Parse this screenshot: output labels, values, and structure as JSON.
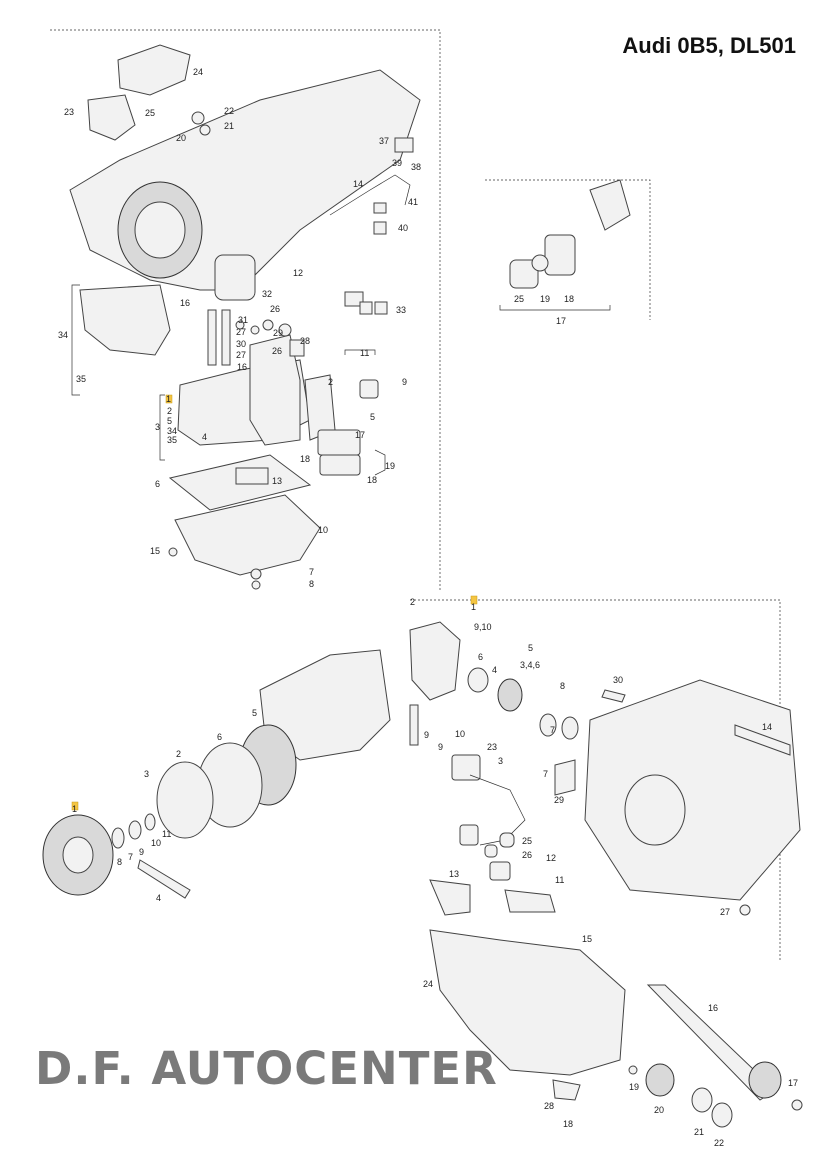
{
  "page": {
    "title": "Audi 0B5, DL501",
    "watermark": "D.F. AUTOCENTER"
  },
  "panels": {
    "top_left": {
      "callouts": [
        "23",
        "24",
        "25",
        "22",
        "21",
        "20",
        "37",
        "39",
        "38",
        "14",
        "41",
        "40",
        "12",
        "32",
        "16",
        "31",
        "26",
        "29",
        "28",
        "27",
        "30",
        "27",
        "26",
        "16",
        "33",
        "34",
        "35",
        "1",
        "2",
        "5",
        "34",
        "35",
        "3",
        "4",
        "11",
        "9",
        "2",
        "5",
        "17",
        "19",
        "18",
        "18",
        "13",
        "6",
        "10",
        "15",
        "7",
        "8"
      ]
    },
    "top_right": {
      "callouts": [
        "25",
        "19",
        "18",
        "17"
      ]
    },
    "bottom_left": {
      "callouts": [
        "5",
        "6",
        "2",
        "3",
        "1",
        "7",
        "9",
        "10",
        "11",
        "8",
        "4"
      ]
    },
    "bottom_right": {
      "callouts": [
        "2",
        "1",
        "9,10",
        "6",
        "4",
        "5",
        "3,4,6",
        "8",
        "30",
        "14",
        "7",
        "9",
        "10",
        "9",
        "23",
        "3",
        "7",
        "29",
        "25",
        "26",
        "12",
        "13",
        "11",
        "27",
        "15",
        "24",
        "16",
        "19",
        "17",
        "28",
        "18",
        "20",
        "21",
        "22"
      ]
    }
  }
}
